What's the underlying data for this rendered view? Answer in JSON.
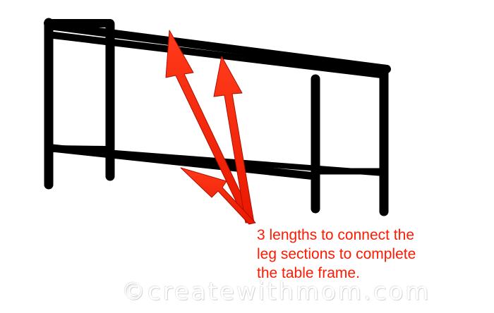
{
  "callout": {
    "lines": [
      "3 lengths to connect the",
      "leg sections to complete",
      "the table frame."
    ]
  },
  "watermark": {
    "text": "©createwithmom.com"
  },
  "colors": {
    "frame": "#000000",
    "arrow": "#ff2a00",
    "callout_text": "#ff1a00"
  }
}
